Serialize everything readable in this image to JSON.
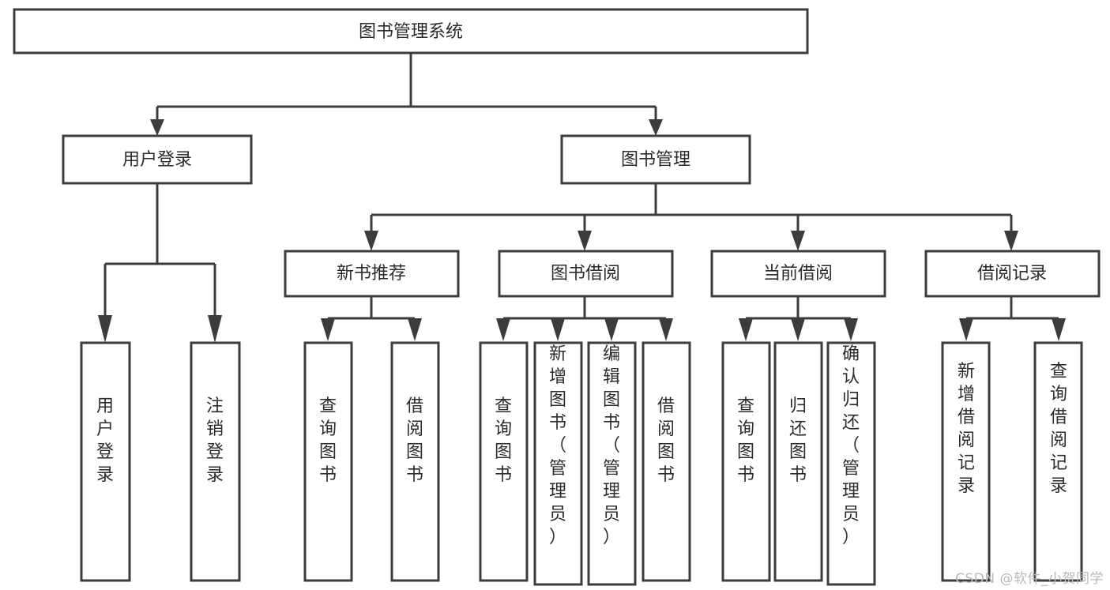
{
  "diagram": {
    "type": "tree-hierarchy",
    "title": "图书管理系统",
    "watermark": "CSDN @软件_小贺同学",
    "colors": {
      "background": "#ffffff",
      "box_fill": "#ffffff",
      "box_stroke": "#3c3c3c",
      "connector": "#3c3c3c",
      "text": "#2b2b2b",
      "watermark": "#b9b9b9"
    },
    "levels": [
      {
        "level": 1,
        "nodes": [
          {
            "id": "root",
            "label": "图书管理系统",
            "orientation": "horizontal"
          }
        ]
      },
      {
        "level": 2,
        "nodes": [
          {
            "id": "user-login",
            "label": "用户登录",
            "orientation": "horizontal",
            "parent": "root"
          },
          {
            "id": "book-manage",
            "label": "图书管理",
            "orientation": "horizontal",
            "parent": "root"
          }
        ]
      },
      {
        "level": 3,
        "nodes": [
          {
            "id": "new-book-rec",
            "label": "新书推荐",
            "orientation": "horizontal",
            "parent": "book-manage"
          },
          {
            "id": "book-borrow",
            "label": "图书借阅",
            "orientation": "horizontal",
            "parent": "book-manage"
          },
          {
            "id": "current-borrow",
            "label": "当前借阅",
            "orientation": "horizontal",
            "parent": "book-manage"
          },
          {
            "id": "borrow-record",
            "label": "借阅记录",
            "orientation": "horizontal",
            "parent": "book-manage"
          }
        ]
      },
      {
        "level": 4,
        "nodes": [
          {
            "id": "leaf-1",
            "label": "用户登录",
            "orientation": "vertical",
            "parent": "user-login"
          },
          {
            "id": "leaf-2",
            "label": "注销登录",
            "orientation": "vertical",
            "parent": "user-login"
          },
          {
            "id": "leaf-3",
            "label": "查询图书",
            "orientation": "vertical",
            "parent": "new-book-rec"
          },
          {
            "id": "leaf-4",
            "label": "借阅图书",
            "orientation": "vertical",
            "parent": "new-book-rec"
          },
          {
            "id": "leaf-5",
            "label": "查询图书",
            "orientation": "vertical",
            "parent": "book-borrow"
          },
          {
            "id": "leaf-6",
            "label": "新增图书（管理员）",
            "orientation": "vertical",
            "parent": "book-borrow"
          },
          {
            "id": "leaf-7",
            "label": "编辑图书（管理员）",
            "orientation": "vertical",
            "parent": "book-borrow"
          },
          {
            "id": "leaf-8",
            "label": "借阅图书",
            "orientation": "vertical",
            "parent": "book-borrow"
          },
          {
            "id": "leaf-9",
            "label": "查询图书",
            "orientation": "vertical",
            "parent": "current-borrow"
          },
          {
            "id": "leaf-10",
            "label": "归还图书",
            "orientation": "vertical",
            "parent": "current-borrow"
          },
          {
            "id": "leaf-11",
            "label": "确认归还（管理员）",
            "orientation": "vertical",
            "parent": "current-borrow"
          },
          {
            "id": "leaf-12",
            "label": "新增借阅记录",
            "orientation": "vertical",
            "parent": "borrow-record"
          },
          {
            "id": "leaf-13",
            "label": "查询借阅记录",
            "orientation": "vertical",
            "parent": "borrow-record"
          }
        ]
      }
    ]
  }
}
